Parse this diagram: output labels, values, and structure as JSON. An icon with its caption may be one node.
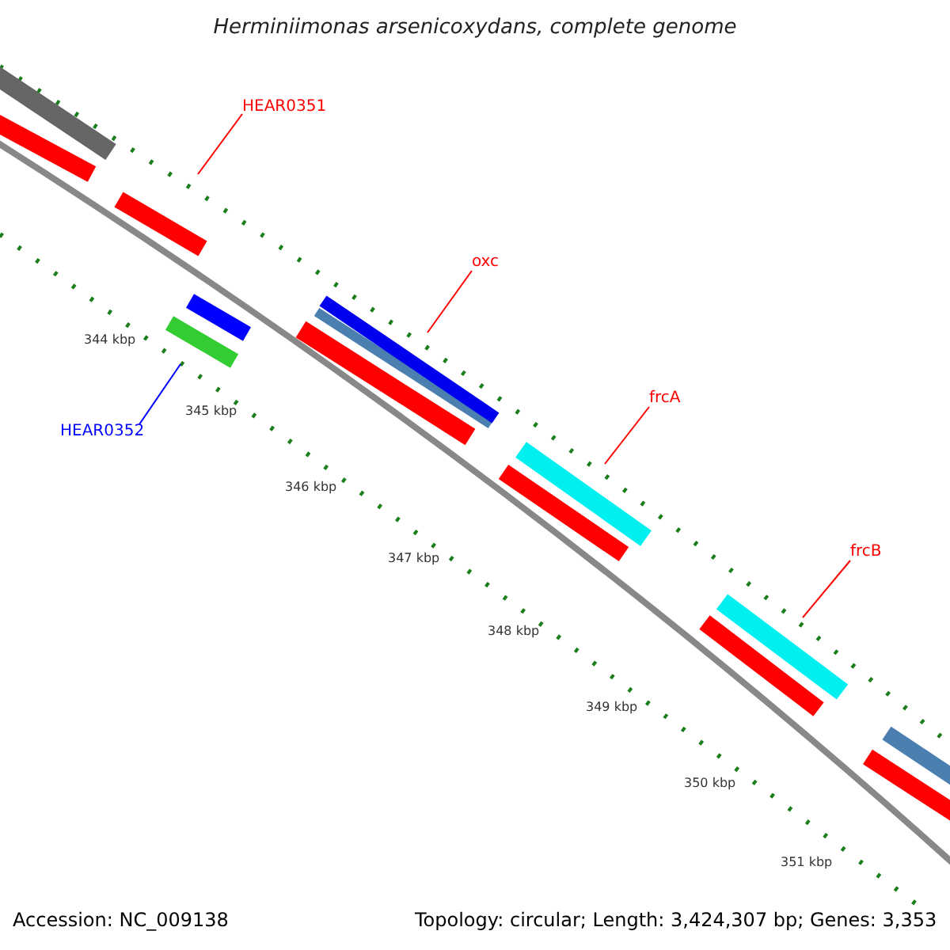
{
  "diagram": {
    "title": "Herminiimonas arsenicoxydans, complete genome",
    "nodes": [
      {
        "text": [
          "HEAR0351"
        ]
      },
      {
        "text": [],
        "shape": "bar"
      },
      {
        "text": [
          "HEAR0352"
        ]
      },
      {
        "text": [],
        "shape": "bar"
      },
      {
        "text": [
          "oxc"
        ]
      },
      {
        "text": [],
        "shape": "bar"
      },
      {
        "text": [
          "frcA"
        ]
      },
      {
        "text": [],
        "shape": "bar"
      },
      {
        "text": [
          "frcB"
        ]
      },
      {
        "text": [],
        "shape": "bar"
      }
    ],
    "edges": [
      {
        "from": 0,
        "to": 1,
        "arrow": "none"
      },
      {
        "from": 2,
        "to": 3,
        "arrow": "none",
        "color": "#0000ff"
      },
      {
        "from": 4,
        "to": 5,
        "arrow": "none"
      },
      {
        "from": 6,
        "to": 7,
        "arrow": "none"
      },
      {
        "from": 8,
        "to": 9,
        "arrow": "none"
      }
    ],
    "labels": [
      "344 kbp",
      "345 kbp",
      "346 kbp",
      "347 kbp",
      "348 kbp",
      "349 kbp",
      "350 kbp",
      "351 kbp",
      "Accession: NC_009138",
      "Topology: circular; Length: 3,424,307 bp; Genes: 3,353"
    ]
  }
}
